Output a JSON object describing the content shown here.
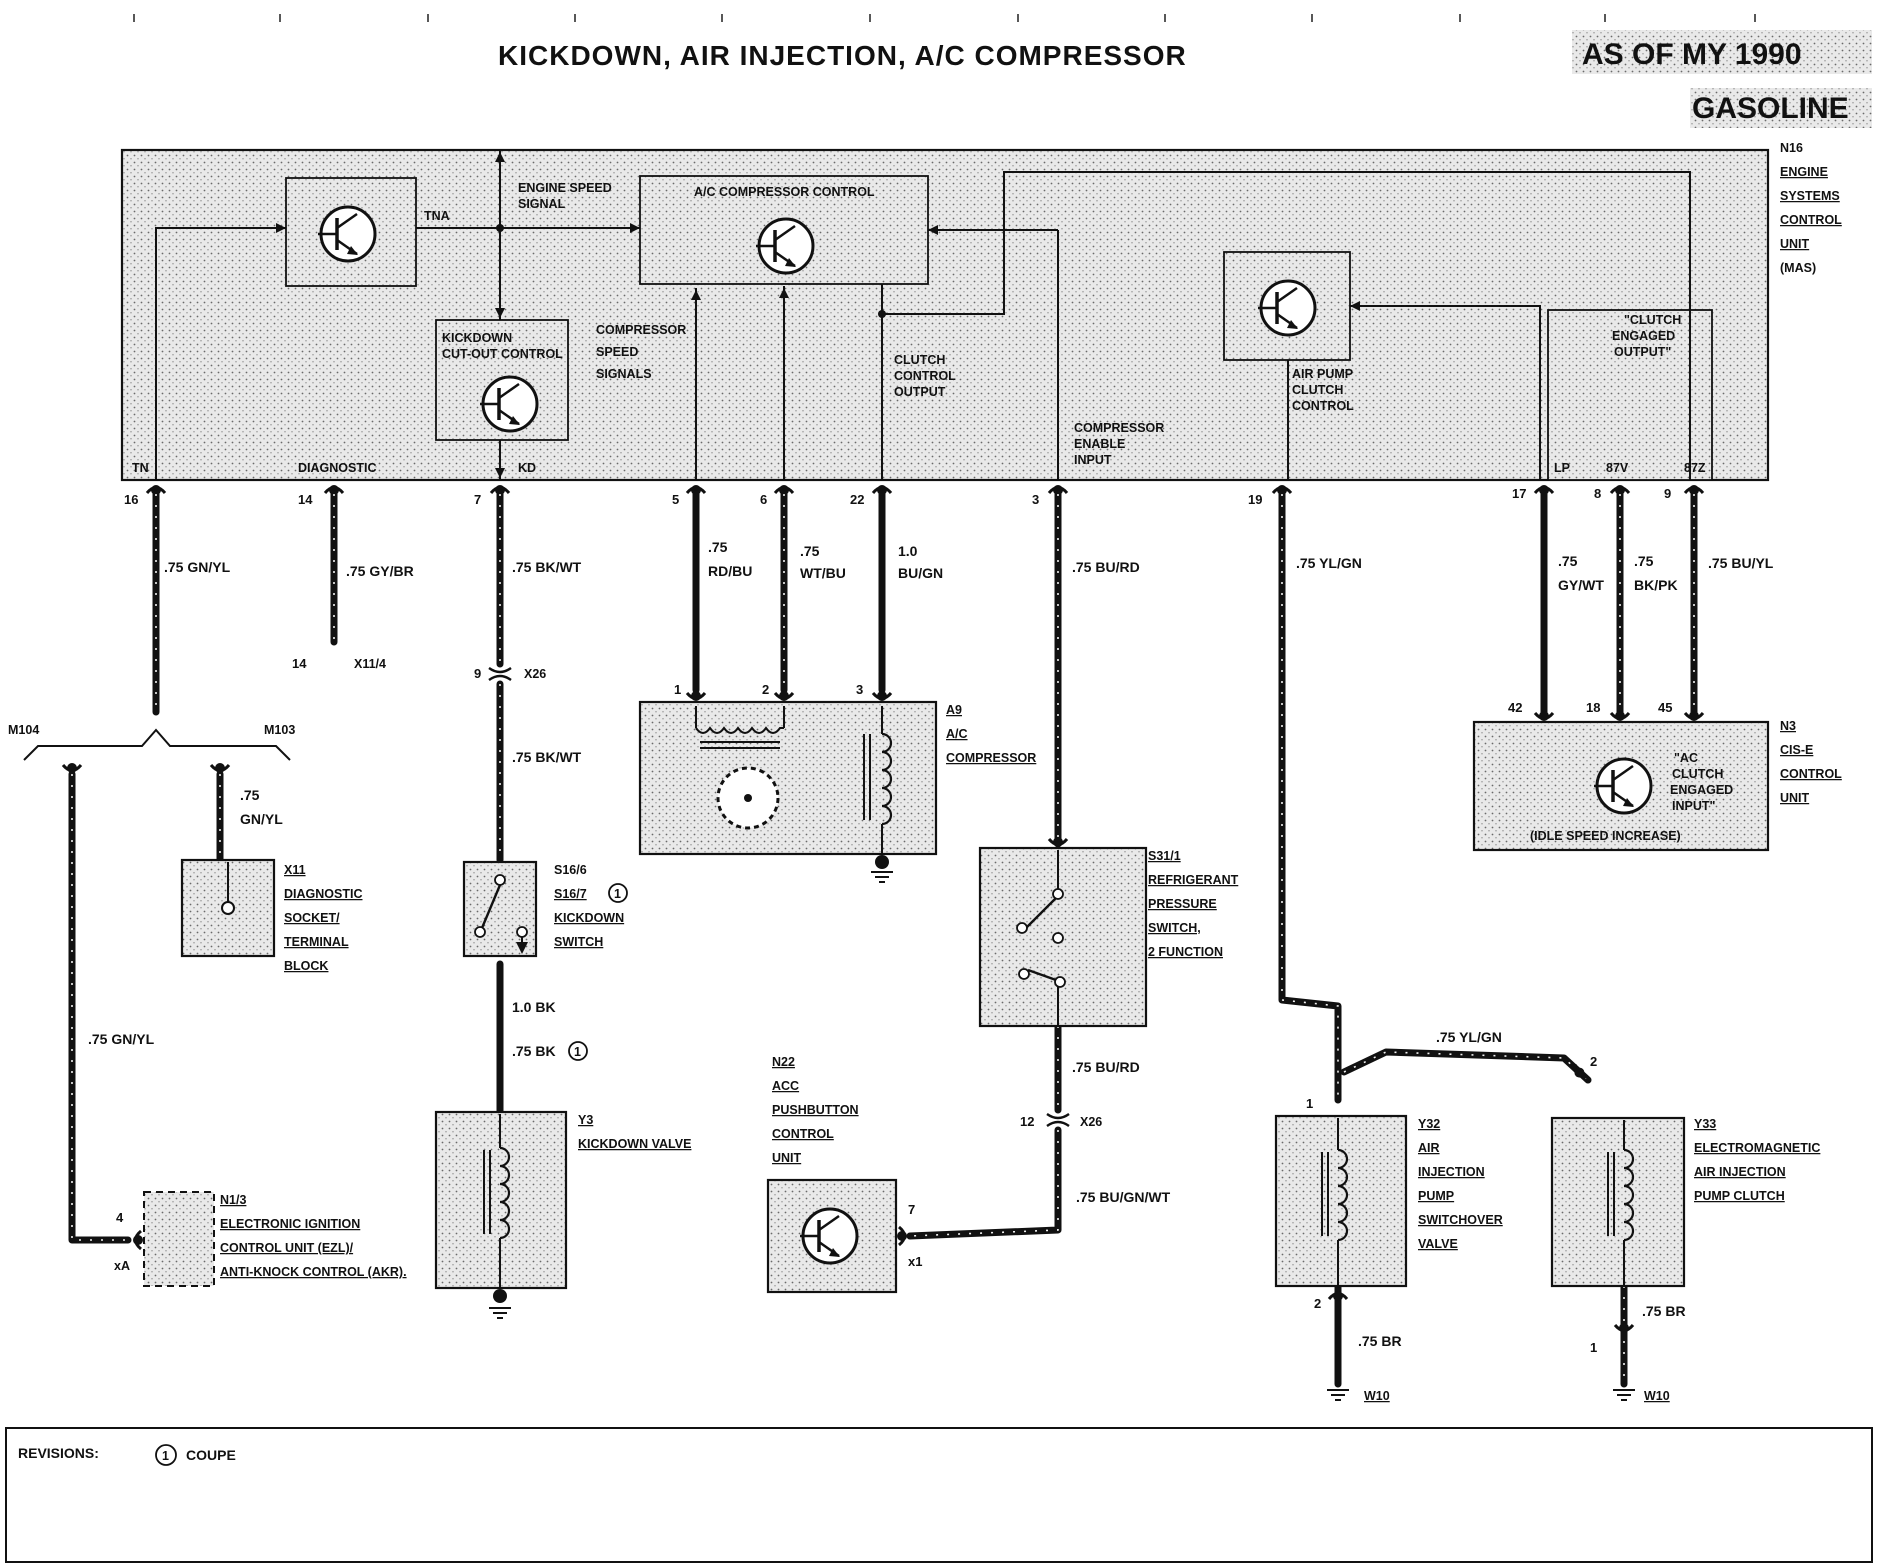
{
  "header": {
    "title": "KICKDOWN, AIR INJECTION, A/C COMPRESSOR",
    "model_year": "AS OF MY 1990",
    "fuel": "GASOLINE"
  },
  "ecu": {
    "id": "N16",
    "name_lines": [
      "ENGINE",
      "SYSTEMS",
      "CONTROL",
      "UNIT",
      "(MAS)"
    ],
    "blocks": {
      "tna": "TNA",
      "engine_speed": [
        "ENGINE SPEED",
        "SIGNAL"
      ],
      "ac_compressor_control": "A/C COMPRESSOR CONTROL",
      "kickdown_cutout": [
        "KICKDOWN",
        "CUT-OUT CONTROL"
      ],
      "compressor_speed": [
        "COMPRESSOR",
        "SPEED",
        "SIGNALS"
      ],
      "clutch_control": [
        "CLUTCH",
        "CONTROL",
        "OUTPUT"
      ],
      "compressor_enable": [
        "COMPRESSOR",
        "ENABLE",
        "INPUT"
      ],
      "air_pump_clutch": [
        "AIR PUMP",
        "CLUTCH",
        "CONTROL"
      ],
      "clutch_engaged_output": [
        "\"CLUTCH",
        "ENGAGED",
        "OUTPUT\""
      ]
    },
    "terminals": [
      "TN",
      "DIAGNOSTIC",
      "KD",
      "LP",
      "87V",
      "87Z"
    ],
    "pins": [
      "16",
      "14",
      "7",
      "5",
      "6",
      "22",
      "3",
      "19",
      "17",
      "8",
      "9"
    ]
  },
  "wires": {
    "w16": ".75 GN/YL",
    "w14": ".75 GY/BR",
    "w7": ".75 BK/WT",
    "w5": [
      ".75",
      "RD/BU"
    ],
    "w6": [
      ".75",
      "WT/BU"
    ],
    "w22": [
      "1.0",
      "BU/GN"
    ],
    "w3": ".75 BU/RD",
    "w19": ".75 YL/GN",
    "w17": [
      ".75",
      "GY/WT"
    ],
    "w8": [
      ".75",
      "BK/PK"
    ],
    "w9": ".75 BU/YL",
    "x26_lower": ".75 BK/WT",
    "m103_drop": [
      ".75",
      "GN/YL"
    ],
    "m104_drop": ".75 GN/YL",
    "kd_1bk": "1.0 BK",
    "kd_75bk": ".75 BK",
    "s31_lower": ".75 BU/RD",
    "n22_wire": ".75 BU/GN/WT",
    "y32_y33": ".75 YL/GN",
    "y32_ground": ".75 BR",
    "y33_ground": ".75 BR"
  },
  "connectors": {
    "x11_4_pin": "14",
    "x11_4": "X11/4",
    "x26_pin_a": "9",
    "x26_a": "X26",
    "x26_pin_b": "12",
    "x26_b": "X26",
    "m104": "M104",
    "m103": "M103"
  },
  "components": {
    "a9": {
      "id": "A9",
      "lines": [
        "A/C",
        "COMPRESSOR"
      ],
      "pins": [
        "1",
        "2",
        "3"
      ]
    },
    "n3": {
      "id": "N3",
      "lines": [
        "CIS-E",
        "CONTROL",
        "UNIT"
      ],
      "pins": [
        "42",
        "18",
        "45"
      ],
      "inner": [
        "\"AC",
        "CLUTCH",
        "ENGAGED",
        "INPUT\""
      ],
      "note": "(IDLE SPEED INCREASE)"
    },
    "x11": {
      "id": "X11",
      "lines": [
        "DIAGNOSTIC",
        "SOCKET/",
        "TERMINAL",
        "BLOCK"
      ]
    },
    "s16": {
      "id": "S16/6",
      "id2": "S16/7",
      "lines": [
        "KICKDOWN",
        "SWITCH"
      ]
    },
    "s31": {
      "id": "S31/1",
      "lines": [
        "REFRIGERANT",
        "PRESSURE",
        "SWITCH,",
        "2 FUNCTION"
      ]
    },
    "y3": {
      "id": "Y3",
      "lines": [
        "KICKDOWN VALVE"
      ]
    },
    "n22": {
      "id": "N22",
      "lines": [
        "ACC",
        "PUSHBUTTON",
        "CONTROL",
        "UNIT"
      ],
      "pins": [
        "7",
        "x1"
      ]
    },
    "n13": {
      "id": "N1/3",
      "lines": [
        "ELECTRONIC IGNITION",
        "CONTROL UNIT (EZL)/",
        "ANTI-KNOCK CONTROL (AKR)."
      ],
      "pins": [
        "4",
        "xA"
      ]
    },
    "y32": {
      "id": "Y32",
      "lines": [
        "AIR",
        "INJECTION",
        "PUMP",
        "SWITCHOVER",
        "VALVE"
      ],
      "pins": [
        "1",
        "2"
      ]
    },
    "y33": {
      "id": "Y33",
      "lines": [
        "ELECTROMAGNETIC",
        "AIR INJECTION",
        "PUMP CLUTCH"
      ],
      "pins": [
        "2",
        "1"
      ]
    },
    "w10_a": "W10",
    "w10_b": "W10"
  },
  "revisions": {
    "label": "REVISIONS:",
    "mark": "1",
    "text": "COUPE"
  }
}
